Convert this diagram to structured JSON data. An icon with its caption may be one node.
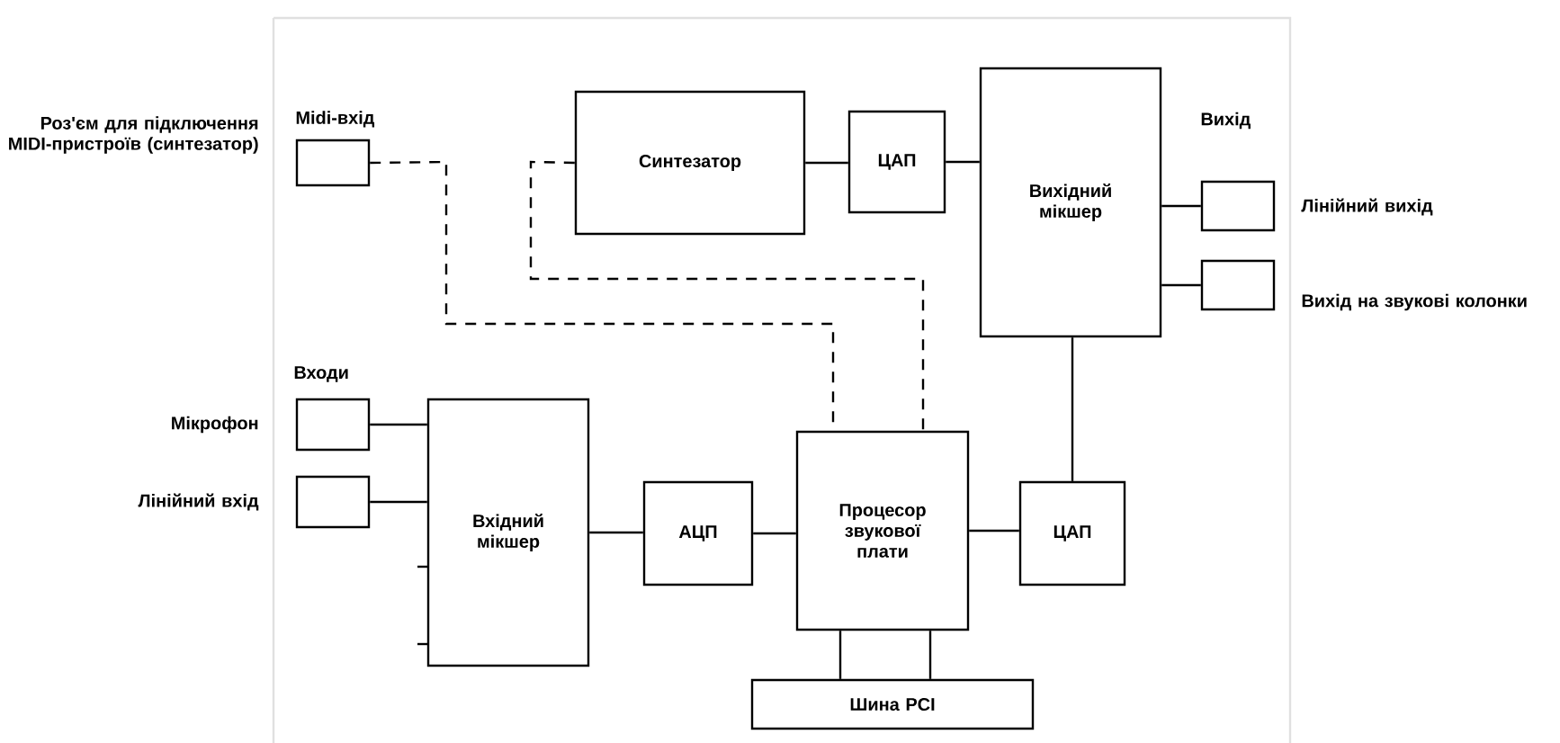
{
  "diagram": {
    "nodes": [
      {
        "text": [
          "Midi-вхід"
        ],
        "beside": [
          "Роз'єм для підключення MIDI-пристроїв (синтезатор)"
        ]
      },
      {
        "text": [
          "Синтезатор"
        ]
      },
      {
        "text": [
          "ЦАП"
        ]
      },
      {
        "text": [
          "Вихідний мікшер"
        ]
      },
      {
        "text": [],
        "shape": "box",
        "beside": [
          "Лінійний вихід"
        ]
      },
      {
        "text": [],
        "shape": "box",
        "beside": [
          "Вихід на звукові колонки"
        ]
      },
      {
        "text": [],
        "shape": "box",
        "beside": [
          "Мікрофон"
        ]
      },
      {
        "text": [],
        "shape": "box",
        "beside": [
          "Лінійний вхід"
        ]
      },
      {
        "text": [
          "Вхідний мікшер"
        ]
      },
      {
        "text": [
          "АЦП"
        ]
      },
      {
        "text": [
          "Процесор звукової плати"
        ]
      },
      {
        "text": [
          "ЦАП"
        ]
      },
      {
        "text": [
          "Шина PCI"
        ]
      }
    ],
    "edges": [
      {
        "from": 0,
        "to": 10,
        "arrow": "none",
        "style": "dashed"
      },
      {
        "from": 1,
        "to": 10,
        "arrow": "none",
        "style": "dashed"
      },
      {
        "from": 1,
        "to": 2,
        "arrow": "none"
      },
      {
        "from": 2,
        "to": 3,
        "arrow": "none"
      },
      {
        "from": 3,
        "to": 4,
        "arrow": "none"
      },
      {
        "from": 3,
        "to": 5,
        "arrow": "none"
      },
      {
        "from": 6,
        "to": 8,
        "arrow": "none"
      },
      {
        "from": 7,
        "to": 8,
        "arrow": "none"
      },
      {
        "from": 8,
        "to": 9,
        "arrow": "none"
      },
      {
        "from": 9,
        "to": 10,
        "arrow": "none"
      },
      {
        "from": 10,
        "to": 11,
        "arrow": "none"
      },
      {
        "from": 11,
        "to": 3,
        "arrow": "none"
      },
      {
        "from": 10,
        "to": 12,
        "arrow": "none"
      },
      {
        "from": 10,
        "to": 12,
        "arrow": "none"
      }
    ],
    "labels": [
      "Вихід",
      "Входи"
    ]
  }
}
